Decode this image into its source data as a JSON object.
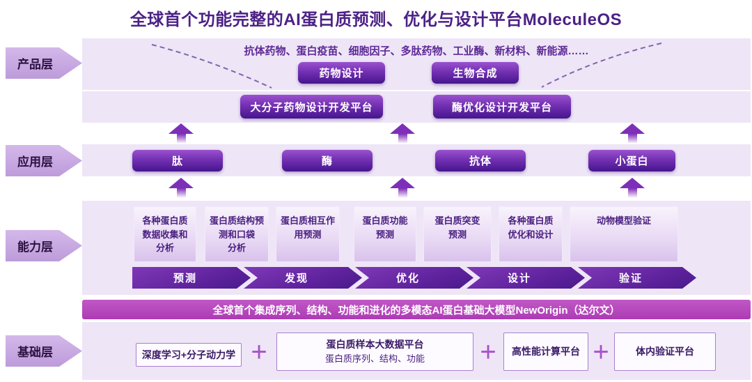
{
  "title": "全球首个功能完整的AI蛋白质预测、优化与设计平台MoleculeOS",
  "product_layer": {
    "label": "产品层",
    "applications_text": "抗体药物、蛋白疫苗、细胞因子、多肽药物、工业酶、新材料、新能源……",
    "category_buttons": [
      "药物设计",
      "生物合成"
    ],
    "platform_buttons": [
      "大分子药物设计开发平台",
      "酶优化设计开发平台"
    ]
  },
  "application_layer": {
    "label": "应用层",
    "buttons": [
      "肽",
      "酶",
      "抗体",
      "小蛋白"
    ]
  },
  "capability_layer": {
    "label": "能力层",
    "capabilities": [
      "各种蛋白质\n数据收集和\n分析",
      "蛋白质结构预\n测和口袋\n分析",
      "蛋白质相互作\n用预测",
      "蛋白质功能\n预测",
      "蛋白质突变\n预测",
      "各种蛋白质\n优化和设计",
      "动物模型验证"
    ],
    "pipeline_steps": [
      "预测",
      "发现",
      "优化",
      "设计",
      "验证"
    ]
  },
  "model_bar": {
    "text": "全球首个集成序列、结构、功能和进化的多模态AI蛋白基础大模型NewOrigin（达尔文）"
  },
  "foundation_layer": {
    "label": "基础层",
    "plus": "+",
    "items": [
      {
        "title": "深度学习+分子动力学",
        "subtitle": ""
      },
      {
        "title": "蛋白质样本大数据平台",
        "subtitle": "蛋白质序列、结构、功能"
      },
      {
        "title": "高性能计算平台",
        "subtitle": ""
      },
      {
        "title": "体内验证平台",
        "subtitle": ""
      }
    ]
  },
  "colors": {
    "title_text": "#4C2186",
    "band_background": "#EEE5F7",
    "side_label_fill": "#C6A8E1",
    "dark_button_top": "#9A52CE",
    "dark_button_bottom": "#45158E",
    "model_bar_fill": "#B84CBE",
    "arrow_purple": "#7D2FB8"
  }
}
